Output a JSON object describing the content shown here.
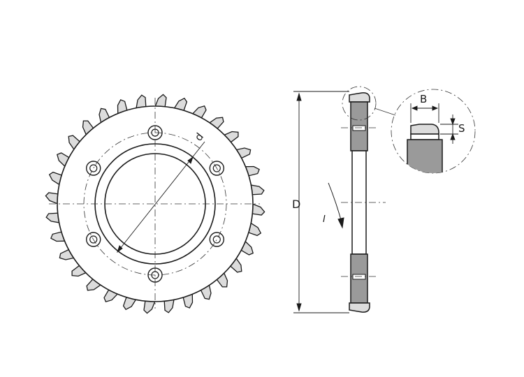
{
  "labels": {
    "bore_diameter": "d",
    "outer_diameter": "D",
    "width": "B",
    "thickness": "S",
    "rotation": "I"
  },
  "colors": {
    "line": "#1a1a1a",
    "center_line": "#333333",
    "body_fill": "#ffffff",
    "section_fill": "#9a9a9a",
    "tooth_fill": "#dcdcdc"
  },
  "icons": {
    "rotation": "rotation-arrow-icon"
  },
  "blade": {
    "tooth_count": 32,
    "bolt_hole_count": 6
  }
}
